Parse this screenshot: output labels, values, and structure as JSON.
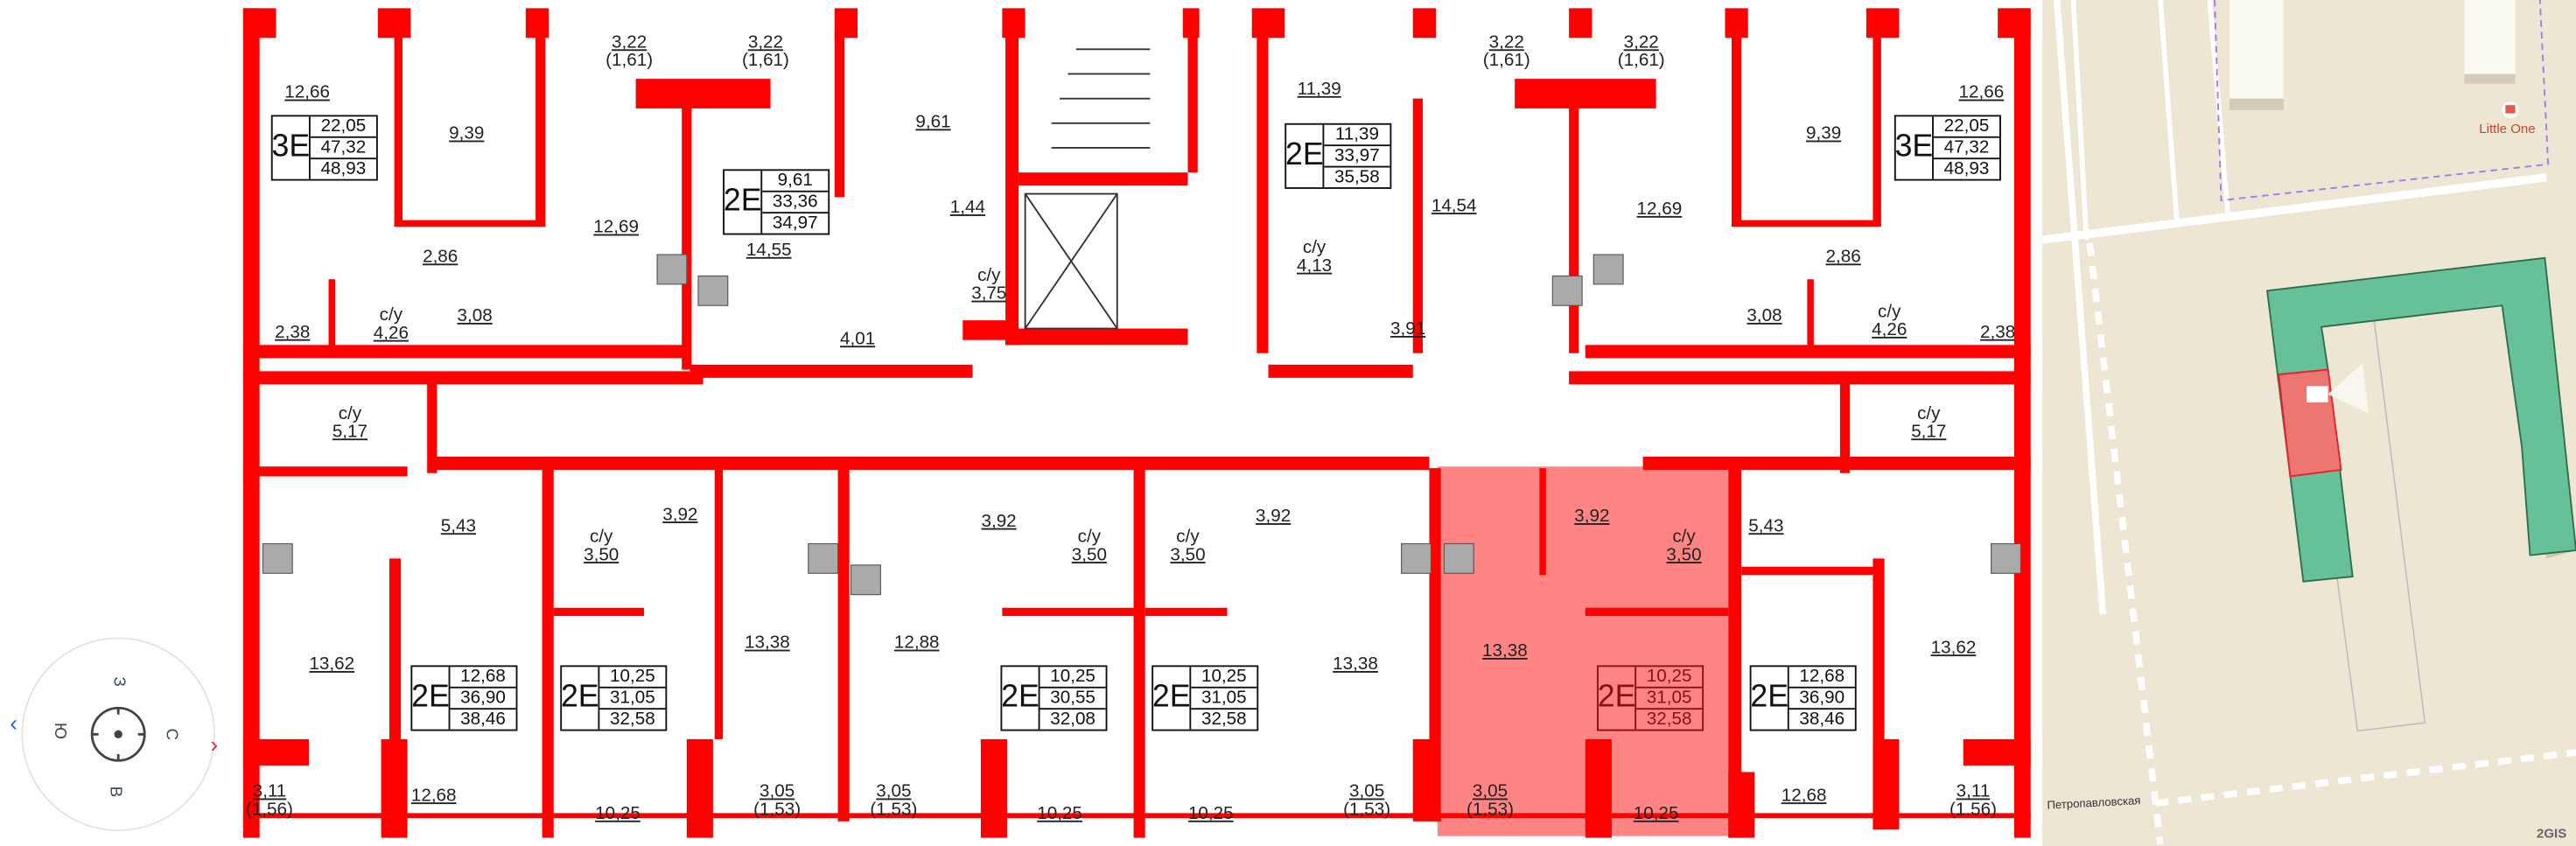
{
  "compass": {
    "north": "С",
    "south": "Ю",
    "east": "В",
    "west": "З",
    "prev_icon": "chevron-left-icon",
    "next_icon": "chevron-right-icon"
  },
  "rooms": [
    {
      "v": "12,66"
    },
    {
      "v": "9,39"
    },
    {
      "v": "3,22",
      "s": "(1,61)"
    },
    {
      "v": "3,22",
      "s": "(1,61)"
    },
    {
      "v": "12,69"
    },
    {
      "v": "2,86"
    },
    {
      "v": "3,08"
    },
    {
      "l": "с/у",
      "v": "4,26"
    },
    {
      "v": "2,38"
    },
    {
      "v": "14,55"
    },
    {
      "v": "4,01"
    },
    {
      "v": "9,61"
    },
    {
      "v": "1,44"
    },
    {
      "l": "с/у",
      "v": "3,75"
    },
    {
      "v": "11,39"
    },
    {
      "v": "3,22",
      "s": "(1,61)"
    },
    {
      "v": "3,22",
      "s": "(1,61)"
    },
    {
      "v": "14,54"
    },
    {
      "l": "с/у",
      "v": "4,13"
    },
    {
      "v": "3,91"
    },
    {
      "v": "12,69"
    },
    {
      "v": "9,39"
    },
    {
      "v": "12,66"
    },
    {
      "v": "2,86"
    },
    {
      "v": "3,08"
    },
    {
      "l": "с/у",
      "v": "4,26"
    },
    {
      "v": "2,38"
    },
    {
      "l": "с/у",
      "v": "5,17"
    },
    {
      "v": "5,43"
    },
    {
      "l": "с/у",
      "v": "3,50"
    },
    {
      "v": "3,92"
    },
    {
      "v": "3,92"
    },
    {
      "l": "с/у",
      "v": "3,50"
    },
    {
      "l": "с/у",
      "v": "3,50"
    },
    {
      "v": "3,92"
    },
    {
      "v": "3,92"
    },
    {
      "l": "с/у",
      "v": "3,50"
    },
    {
      "v": "5,43"
    },
    {
      "l": "с/у",
      "v": "5,17"
    },
    {
      "v": "13,62"
    },
    {
      "v": "12,68"
    },
    {
      "v": "10,25"
    },
    {
      "v": "13,38"
    },
    {
      "v": "12,88"
    },
    {
      "v": "10,25"
    },
    {
      "v": "10,25"
    },
    {
      "v": "13,38"
    },
    {
      "v": "13,38"
    },
    {
      "v": "10,25"
    },
    {
      "v": "12,68"
    },
    {
      "v": "13,62"
    },
    {
      "v": "3,11",
      "s": "(1,56)"
    },
    {
      "v": "3,05",
      "s": "(1,53)"
    },
    {
      "v": "3,05",
      "s": "(1,53)"
    },
    {
      "v": "3,05",
      "s": "(1,53)"
    },
    {
      "v": "3,05",
      "s": "(1,53)"
    },
    {
      "v": "3,11",
      "s": "(1,56)"
    }
  ],
  "apartments": [
    {
      "type": "3E",
      "living": "22,05",
      "total": "47,32",
      "full": "48,93"
    },
    {
      "type": "2E",
      "living": "9,61",
      "total": "33,36",
      "full": "34,97"
    },
    {
      "type": "2E",
      "living": "11,39",
      "total": "33,97",
      "full": "35,58"
    },
    {
      "type": "3E",
      "living": "22,05",
      "total": "47,32",
      "full": "48,93"
    },
    {
      "type": "2E",
      "living": "12,68",
      "total": "36,90",
      "full": "38,46"
    },
    {
      "type": "2E",
      "living": "10,25",
      "total": "31,05",
      "full": "32,58"
    },
    {
      "type": "2E",
      "living": "10,25",
      "total": "30,55",
      "full": "32,08"
    },
    {
      "type": "2E",
      "living": "10,25",
      "total": "31,05",
      "full": "32,58"
    },
    {
      "type": "2E",
      "living": "10,25",
      "total": "31,05",
      "full": "32,58",
      "selected": true
    },
    {
      "type": "2E",
      "living": "12,68",
      "total": "36,90",
      "full": "38,46"
    }
  ],
  "colors": {
    "wall": "#ff0000",
    "selected": "#ff7070",
    "map_bg": "#ece6d3",
    "building": "#66c199",
    "building_selected": "#ec7670"
  },
  "map": {
    "poi": "Little One",
    "street": "Петропавловская",
    "attribution": "2GIS"
  }
}
